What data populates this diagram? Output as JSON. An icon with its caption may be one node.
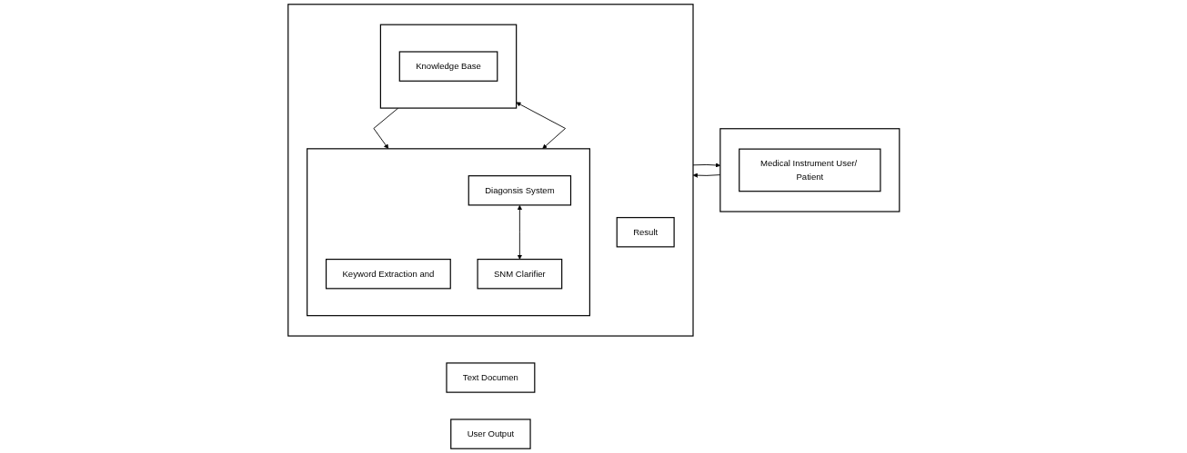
{
  "diagram": {
    "nodes": [
      {
        "text": [],
        "shape": "box"
      },
      {
        "text": [
          "Medical Instrument User/ Patient"
        ],
        "in": 0
      },
      {
        "text": [
          "Text Documen"
        ]
      },
      {
        "text": [],
        "shape": "box"
      },
      {
        "text": [],
        "shape": "box",
        "in": 3
      },
      {
        "text": [
          "Keyword Extraction and"
        ],
        "in": 4
      },
      {
        "text": [
          "Diagonsis System"
        ],
        "in": 4
      },
      {
        "text": [
          "SNM Clarifier"
        ],
        "in": 4
      },
      {
        "text": [],
        "shape": "box",
        "in": 3
      },
      {
        "text": [
          "Knowledge Base"
        ],
        "in": 8
      },
      {
        "text": [
          "User Output"
        ]
      },
      {
        "text": [
          "Result"
        ],
        "in": 3
      }
    ],
    "edges": [
      {
        "from": 0,
        "to": 3,
        "arrow": "to"
      },
      {
        "from": 4,
        "to": 8,
        "arrow": "both"
      },
      {
        "from": 6,
        "to": 7,
        "arrow": "both"
      },
      {
        "from": 8,
        "to": 4,
        "arrow": "to"
      },
      {
        "from": 3,
        "to": 0,
        "arrow": "to"
      }
    ]
  }
}
